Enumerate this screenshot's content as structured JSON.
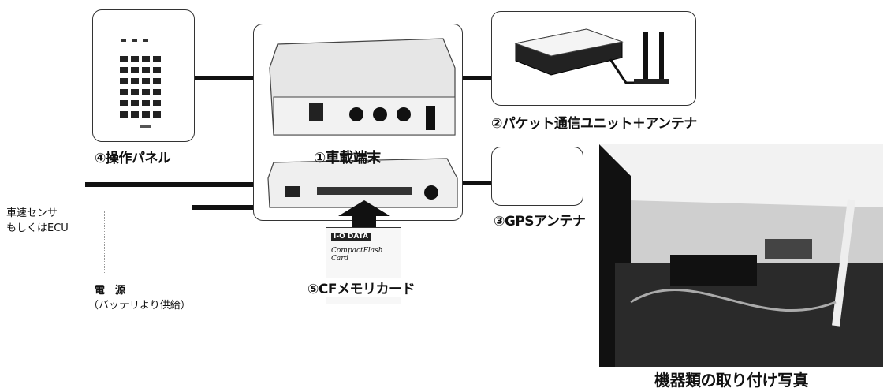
{
  "components": {
    "operation_panel": {
      "label": "④操作パネル"
    },
    "terminal": {
      "label": "①車載端末"
    },
    "packet_unit": {
      "label": "②パケット通信ユニット＋アンテナ"
    },
    "gps": {
      "label": "③GPSアンテナ"
    },
    "cf_card": {
      "label": "⑤CFメモリカード",
      "brand": "I-O DATA",
      "product": "CompactFlash Card"
    }
  },
  "inputs": {
    "speed_sensor": {
      "line1": "車速センサ",
      "line2": "もしくはECU"
    },
    "power": {
      "line1": "電　源",
      "line2": "（バッテリより供給）"
    }
  },
  "photo": {
    "caption": "機器類の取り付け写真"
  }
}
